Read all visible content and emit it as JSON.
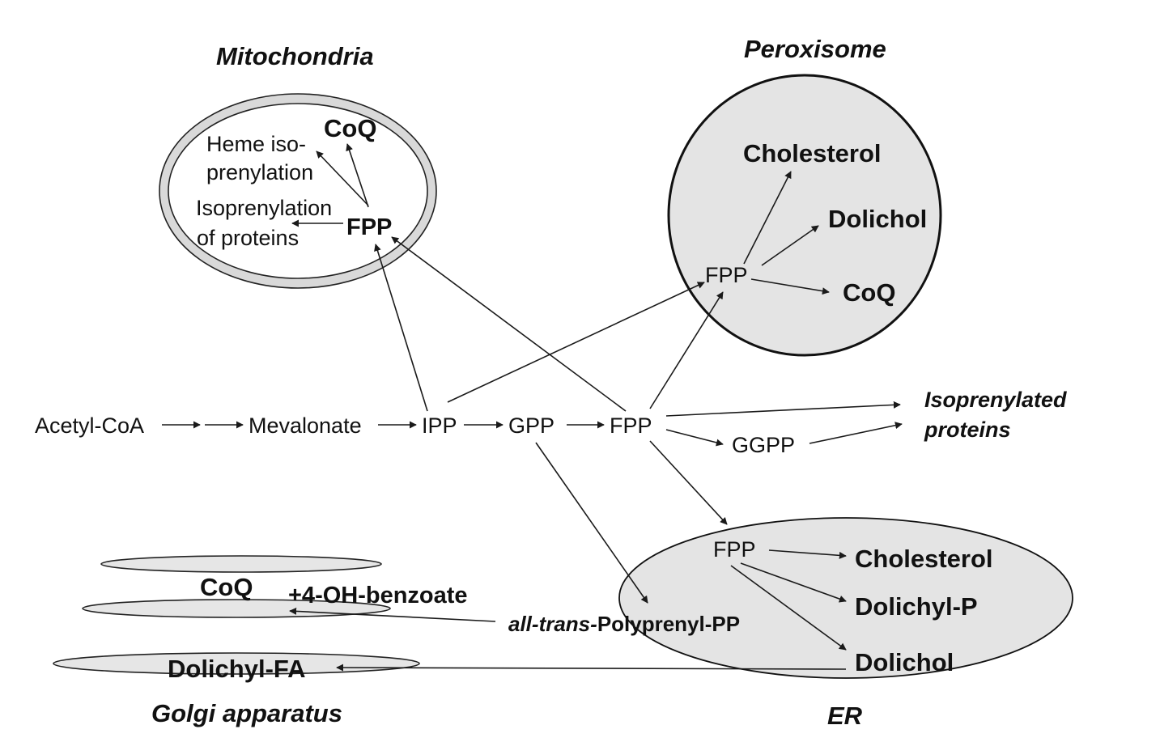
{
  "compartments": {
    "mitochondria": "Mitochondria",
    "peroxisome": "Peroxisome",
    "golgi": "Golgi apparatus",
    "er": "ER"
  },
  "mito": {
    "coq": "CoQ",
    "heme_line1": "Heme iso-",
    "heme_line2": "prenylation",
    "isoprenylation_line1": "Isoprenylation",
    "isoprenylation_line2": "of proteins",
    "fpp": "FPP"
  },
  "perox": {
    "cholesterol": "Cholesterol",
    "dolichol": "Dolichol",
    "fpp": "FPP",
    "coq": "CoQ"
  },
  "pathway": {
    "acetyl_coa": "Acetyl-CoA",
    "mevalonate": "Mevalonate",
    "ipp": "IPP",
    "gpp": "GPP",
    "fpp": "FPP",
    "ggpp": "GGPP",
    "isoprenylated_line1": "Isoprenylated",
    "isoprenylated_line2": "proteins"
  },
  "er": {
    "fpp": "FPP",
    "cholesterol": "Cholesterol",
    "dolichyl_p": "Dolichyl-P",
    "dolichol": "Dolichol",
    "polyprenyl_italic": "all-trans-",
    "polyprenyl_rest": "Polyprenyl-PP"
  },
  "golgi": {
    "coq": "CoQ",
    "benzoate": "+4-OH-benzoate",
    "dolichyl_fa": "Dolichyl-FA"
  }
}
